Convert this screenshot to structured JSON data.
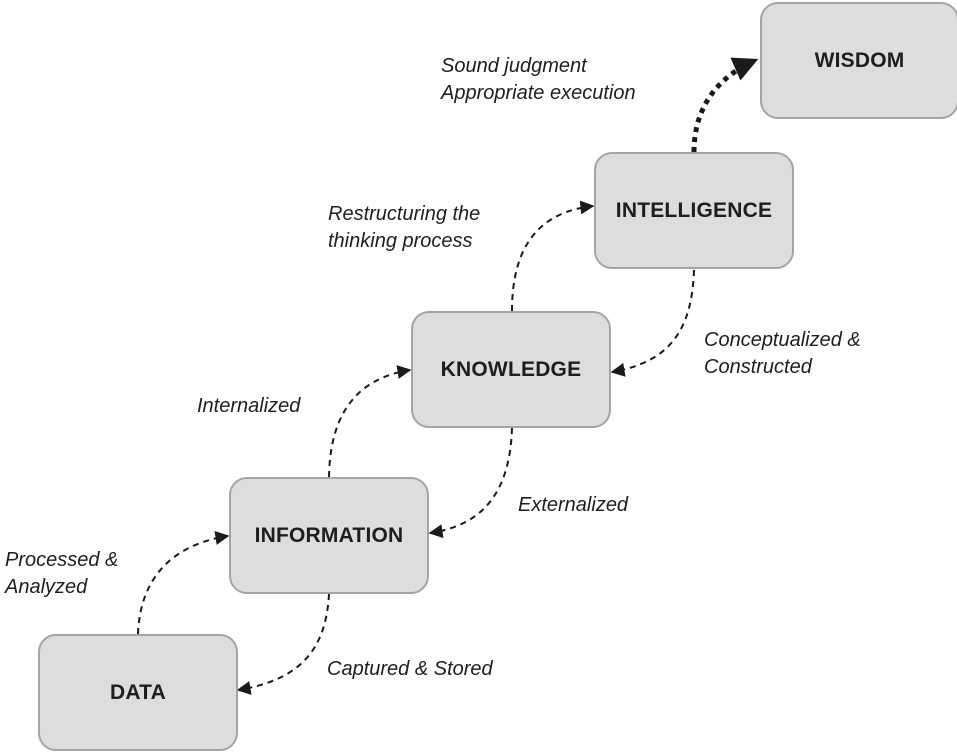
{
  "diagram": {
    "type": "hierarchy-flow",
    "nodes": [
      {
        "id": "data",
        "label": "DATA"
      },
      {
        "id": "information",
        "label": "INFORMATION"
      },
      {
        "id": "knowledge",
        "label": "KNOWLEDGE"
      },
      {
        "id": "intelligence",
        "label": "INTELLIGENCE"
      },
      {
        "id": "wisdom",
        "label": "WISDOM"
      }
    ],
    "edges": [
      {
        "from": "data",
        "to": "information",
        "label": [
          "Processed &",
          "Analyzed"
        ],
        "style": "dashed"
      },
      {
        "from": "information",
        "to": "data",
        "label": [
          "Captured & Stored"
        ],
        "style": "dashed"
      },
      {
        "from": "information",
        "to": "knowledge",
        "label": [
          "Internalized"
        ],
        "style": "dashed"
      },
      {
        "from": "knowledge",
        "to": "information",
        "label": [
          "Externalized"
        ],
        "style": "dashed"
      },
      {
        "from": "knowledge",
        "to": "intelligence",
        "label": [
          "Restructuring the",
          "thinking process"
        ],
        "style": "dashed"
      },
      {
        "from": "intelligence",
        "to": "knowledge",
        "label": [
          "Conceptualized &",
          "Constructed"
        ],
        "style": "dashed"
      },
      {
        "from": "intelligence",
        "to": "wisdom",
        "label": [
          "Sound judgment",
          "Appropriate execution"
        ],
        "style": "dotted-bold"
      }
    ]
  },
  "colors": {
    "box_fill": "#dcddde",
    "box_border": "#a3a4a6",
    "text": "#1e1e1e",
    "arrow": "#1a1a1a"
  }
}
